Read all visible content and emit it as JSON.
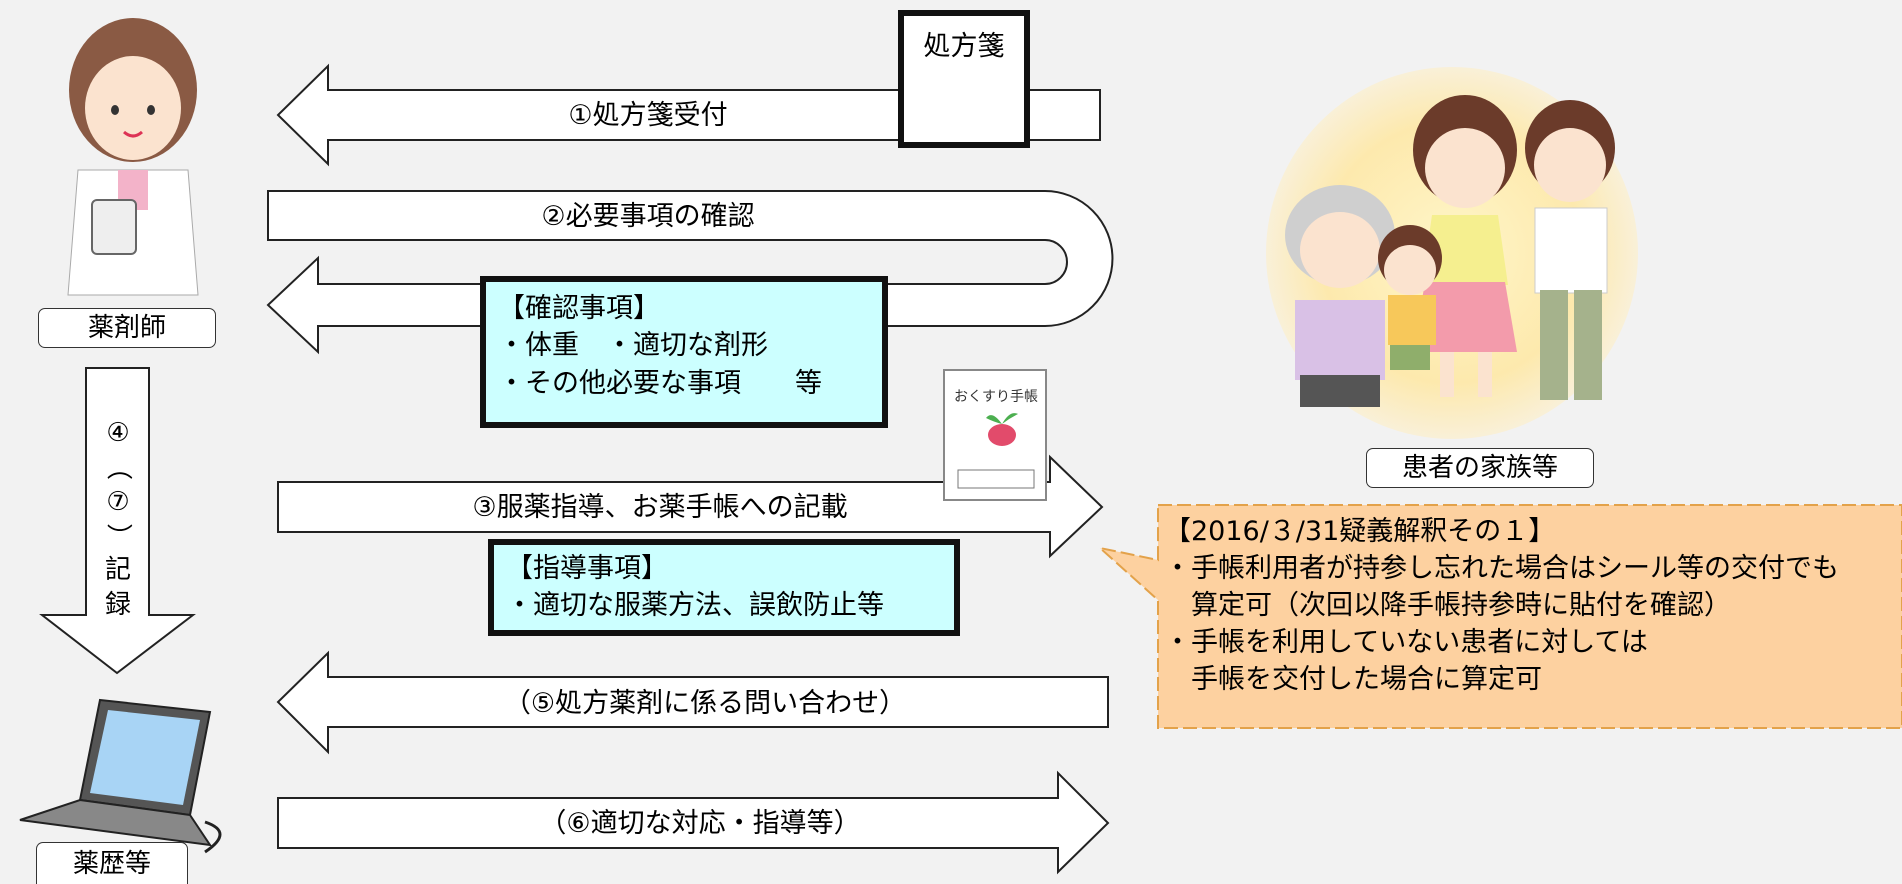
{
  "actors": {
    "pharmacist": "薬剤師",
    "family": "患者の家族等",
    "records": "薬歴等"
  },
  "prescription_label": "処方箋",
  "steps": {
    "s1": "①処方箋受付",
    "s2": "②必要事項の確認",
    "s3": "③服薬指導、お薬手帳への記載",
    "s5": "（⑤処方薬剤に係る問い合わせ）",
    "s6": "（⑥適切な対応・指導等）",
    "record_chars": [
      "④",
      "（",
      "⑦",
      "）",
      "記",
      "録"
    ]
  },
  "confirm_box": {
    "title": "【確認事項】",
    "line1": "・体重　・適切な剤形",
    "line2": "・その他必要な事項　　等"
  },
  "guide_box": {
    "title": "【指導事項】",
    "line1": "・適切な服薬方法、誤飲防止等"
  },
  "notebook": {
    "title": "おくすり手帳"
  },
  "note": {
    "title": "【2016/３/31疑義解釈その１】",
    "line1": "・手帳利用者が持参し忘れた場合はシール等の交付でも",
    "line2": "　算定可（次回以降手帳持参時に貼付を確認）",
    "line3": "・手帳を利用していない患者に対しては",
    "line4": "　手帳を交付した場合に算定可"
  },
  "colors": {
    "info_fill": "#ccffff",
    "note_fill": "#fdd1a0",
    "note_border": "#e3a24a",
    "background": "#f2f2f2"
  }
}
